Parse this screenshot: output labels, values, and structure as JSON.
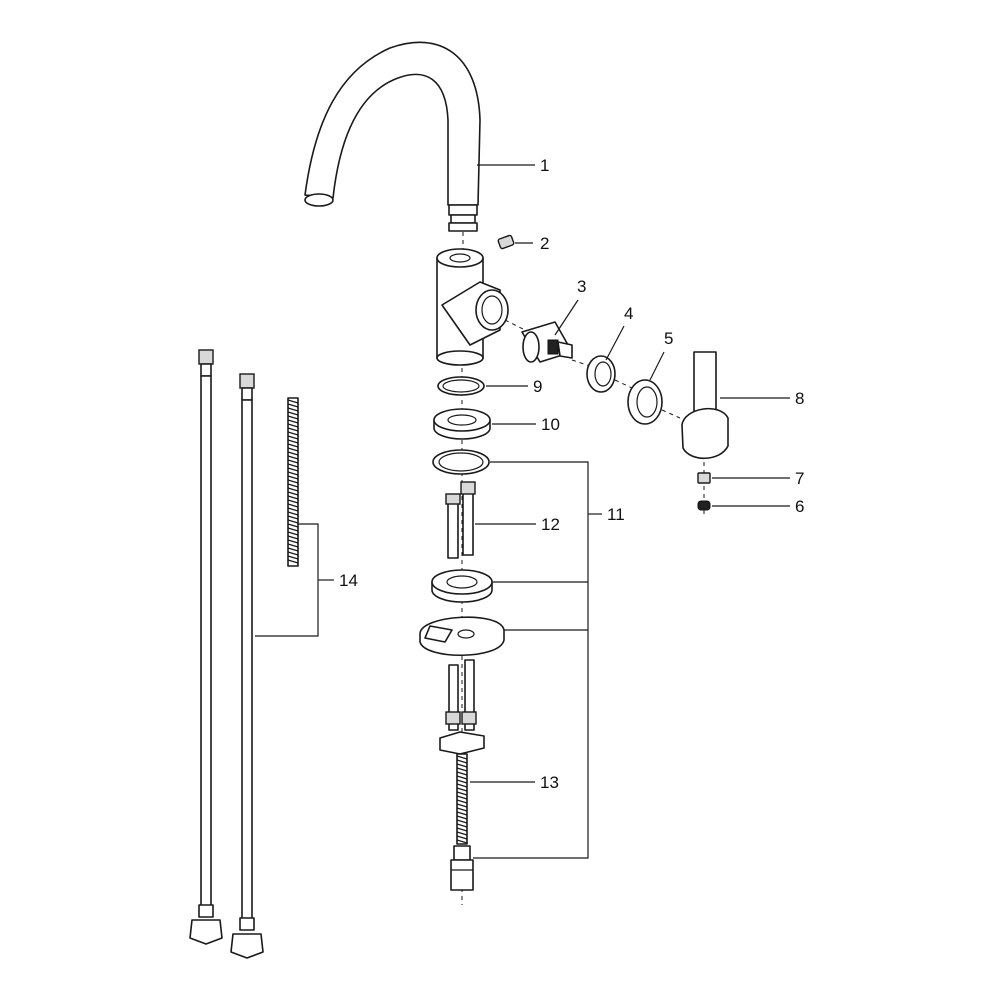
{
  "callouts": {
    "c1": "1",
    "c2": "2",
    "c3": "3",
    "c4": "4",
    "c5": "5",
    "c6": "6",
    "c7": "7",
    "c8": "8",
    "c9": "9",
    "c10": "10",
    "c11": "11",
    "c12": "12",
    "c13": "13",
    "c14": "14"
  },
  "colors": {
    "line": "#1a1a1a",
    "background": "#ffffff",
    "shade": "#d9d9d9"
  }
}
